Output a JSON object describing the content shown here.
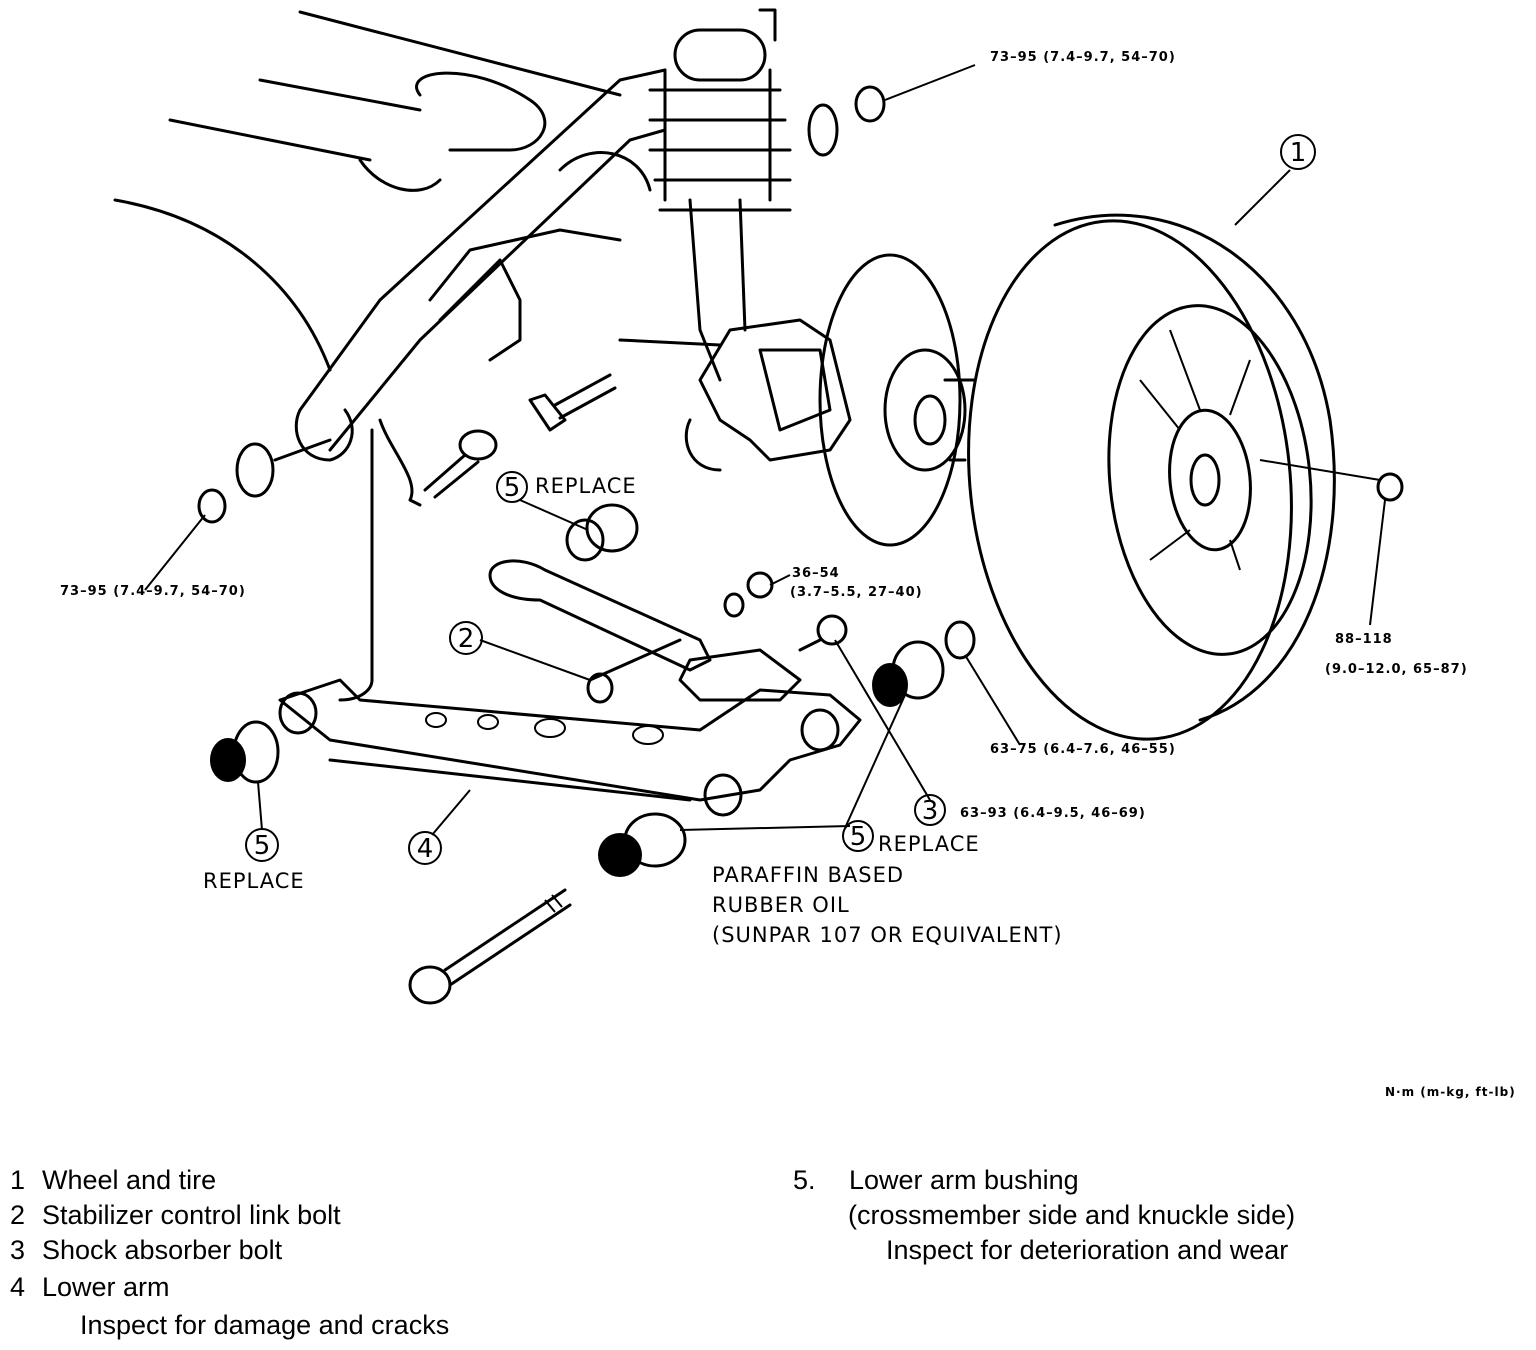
{
  "callouts": {
    "c1": "1",
    "c2": "2",
    "c3": "3",
    "c4": "4",
    "c5a": "5",
    "c5b": "5",
    "c5c": "5"
  },
  "labels": {
    "replace_top": "REPLACE",
    "replace_right": "REPLACE",
    "replace_left": "REPLACE",
    "oil_note": [
      "PARAFFIN BASED",
      "RUBBER OIL",
      "(SUNPAR 107 OR EQUIVALENT)"
    ]
  },
  "torque": {
    "shock_top": "73–95 (7.4–9.7, 54–70)",
    "crossmember": "73–95 (7.4–9.7, 54–70)",
    "stab_link": [
      "36–54",
      "(3.7–5.5, 27–40)"
    ],
    "wheel_nut": [
      "88–118",
      "(9.0–12.0, 65–87)"
    ],
    "knuckle_nut": "63–75 (6.4–7.6, 46–55)",
    "shock_bolt": "63–93 (6.4–9.5, 46–69)",
    "units": "N·m (m-kg, ft-lb)"
  },
  "legend": {
    "left": [
      {
        "num": "1",
        "text": "Wheel and tire"
      },
      {
        "num": "2",
        "text": "Stabilizer control link bolt"
      },
      {
        "num": "3",
        "text": "Shock absorber bolt"
      },
      {
        "num": "4",
        "text": "Lower arm"
      }
    ],
    "left_sub": "Inspect for damage and cracks",
    "right_num": "5.",
    "right_text": "Lower arm bushing",
    "right_sub1": "(crossmember side and knuckle side)",
    "right_sub2": "Inspect for deterioration and wear"
  }
}
